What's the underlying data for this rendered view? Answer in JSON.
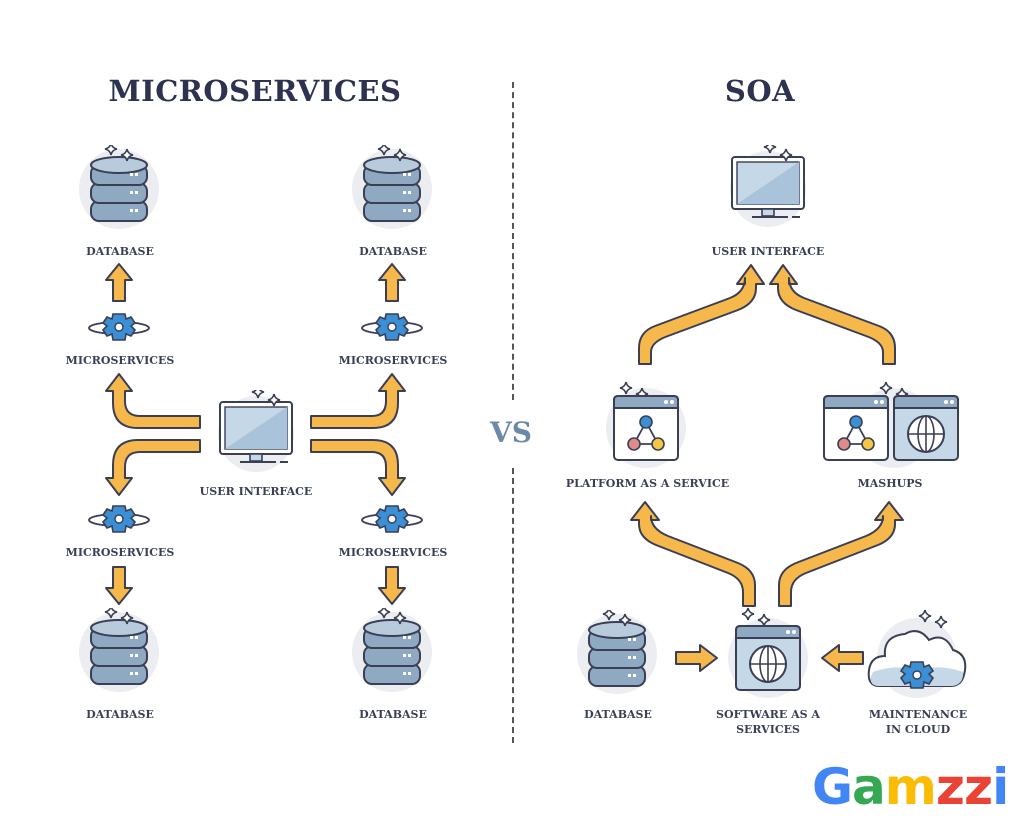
{
  "titles": {
    "left": "MICROSERVICES",
    "right": "SOA",
    "vs": "VS"
  },
  "microservices": {
    "user_interface": "USER INTERFACE",
    "top_left": {
      "service": "MICROSERVICES",
      "database": "DATABASE"
    },
    "top_right": {
      "service": "MICROSERVICES",
      "database": "DATABASE"
    },
    "bottom_left": {
      "service": "MICROSERVICES",
      "database": "DATABASE"
    },
    "bottom_right": {
      "service": "MICROSERVICES",
      "database": "DATABASE"
    }
  },
  "soa": {
    "user_interface": "USER INTERFACE",
    "platform": "PLATFORM AS A SERVICE",
    "mashups": "MASHUPS",
    "database": "DATABASE",
    "software_line1": "SOFTWARE AS A",
    "software_line2": "SERVICES",
    "maintenance_line1": "MAINTENANCE",
    "maintenance_line2": "IN CLOUD"
  },
  "logo": {
    "letters": [
      "G",
      "a",
      "m",
      "z",
      "z",
      "i"
    ],
    "colors": [
      "#4285f4",
      "#34a853",
      "#fbbc05",
      "#ea4335",
      "#ea4335",
      "#4285f4"
    ]
  },
  "palette": {
    "arrow": "#f7b84b",
    "outline": "#3a3f55",
    "db": "#8fa9c2",
    "gear": "#3b8fd4",
    "halo": "#ebedf0"
  }
}
